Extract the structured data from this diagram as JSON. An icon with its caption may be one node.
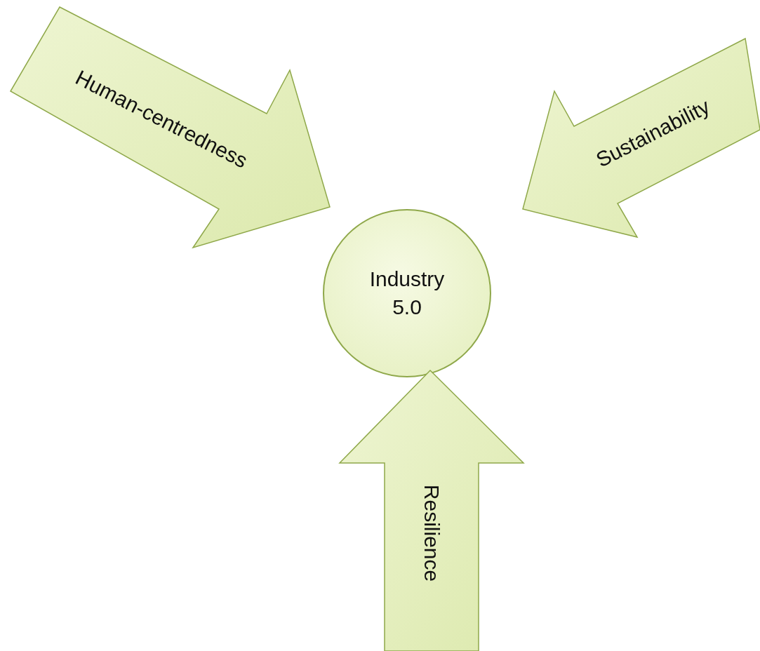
{
  "diagram": {
    "nodes": [
      {
        "text": [
          "Human-centredness"
        ]
      },
      {
        "text": [
          "Sustainability"
        ]
      },
      {
        "text": [
          "Industry 5.0"
        ]
      },
      {
        "text": [
          "Resilience"
        ]
      }
    ]
  }
}
